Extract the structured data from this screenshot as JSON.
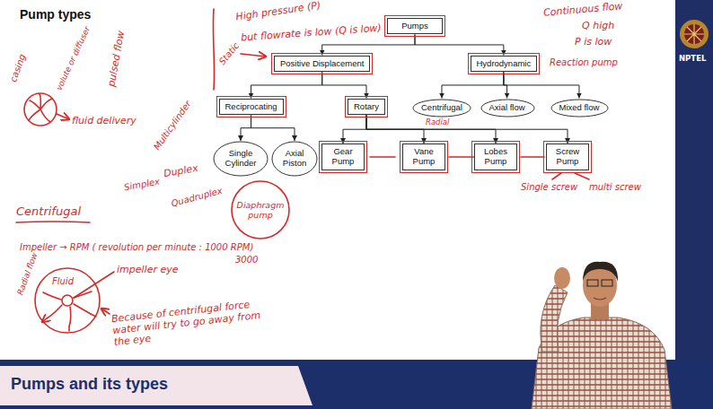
{
  "diagram": {
    "title": "Pump types",
    "caption": "Pumps and its types",
    "nodes": [
      {
        "text": [
          "Pumps"
        ]
      },
      {
        "text": [
          "Positive Displacement"
        ]
      },
      {
        "text": [
          "Hydrodynamic"
        ]
      },
      {
        "text": [
          "Reciprocating"
        ]
      },
      {
        "text": [
          "Rotary"
        ]
      },
      {
        "text": [
          "Centrifugal"
        ]
      },
      {
        "text": [
          "Axial flow"
        ]
      },
      {
        "text": [
          "Mixed flow"
        ]
      },
      {
        "text": [
          "Single Cylinder"
        ]
      },
      {
        "text": [
          "Axial Piston"
        ]
      },
      {
        "text": [
          "Gear Pump"
        ]
      },
      {
        "text": [
          "Vane Pump"
        ]
      },
      {
        "text": [
          "Lobes Pump"
        ]
      },
      {
        "text": [
          "Screw Pump"
        ]
      },
      {
        "text": [
          "Diaphragm pump"
        ]
      }
    ],
    "edges": [
      {
        "from": 0,
        "to": 1,
        "arrow": "to"
      },
      {
        "from": 0,
        "to": 2,
        "arrow": "to"
      },
      {
        "from": 1,
        "to": 3,
        "arrow": "to"
      },
      {
        "from": 1,
        "to": 4,
        "arrow": "to"
      },
      {
        "from": 2,
        "to": 5,
        "arrow": "to"
      },
      {
        "from": 2,
        "to": 6,
        "arrow": "to"
      },
      {
        "from": 2,
        "to": 7,
        "arrow": "to"
      },
      {
        "from": 3,
        "to": 8,
        "arrow": "to"
      },
      {
        "from": 3,
        "to": 9,
        "arrow": "to"
      },
      {
        "from": 4,
        "to": 10,
        "arrow": "to"
      },
      {
        "from": 4,
        "to": 11,
        "arrow": "to"
      },
      {
        "from": 4,
        "to": 12,
        "arrow": "to"
      },
      {
        "from": 4,
        "to": 13,
        "arrow": "to"
      }
    ],
    "labels": [
      "High pressure (P)",
      "but flowrate is low (Q is low)",
      "Static",
      "Continuous flow",
      "Q high",
      "P is low",
      "Reaction pump",
      "Radial",
      "casing",
      "volute or diffuser",
      "pulsed flow",
      "fluid delivery",
      "Multicylinder",
      "Duplex",
      "Simplex",
      "Quadruplex",
      "Single screw",
      "multi screw",
      "Centrifugal",
      "Impeller → RPM ( revolution per minute : 1000 RPM)",
      "3000",
      "Radial flow",
      "Fluid",
      "impeller eye",
      "Because of centrifugal force water will try to go away from the eye",
      "NPTEL"
    ]
  }
}
